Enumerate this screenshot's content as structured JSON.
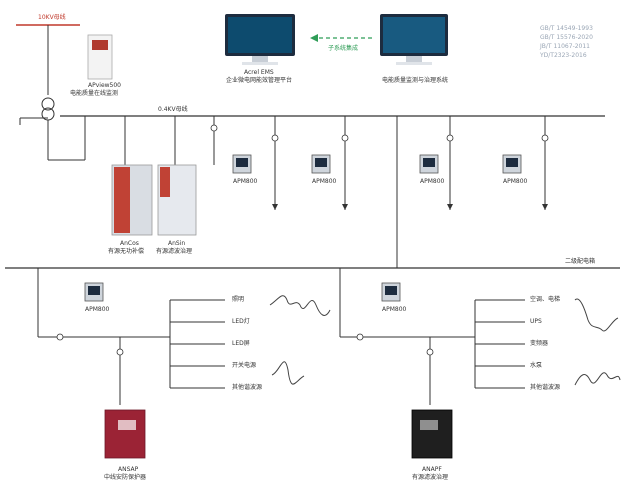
{
  "labels": {
    "bus_10kv": "10KV母线",
    "relay_device": "APview500",
    "relay_caption": "电能质量在线监测",
    "ems_platform_name": "Acrel EMS",
    "ems_platform_caption": "企业微电网能效管理平台",
    "integration_arrow": "子系统集成",
    "pq_system_caption": "电能质量监测与治理系统",
    "bus_04kv": "0.4KV母线",
    "svg_device": "AnCos",
    "svg_caption": "有源无功补偿",
    "apf_device": "AnSin",
    "apf_caption": "有源滤波治理",
    "secondary_panel": "二级配电箱",
    "meter_model": "APM800",
    "nsap_model": "ANSAP",
    "nsap_caption": "中线安防保护器",
    "napf_model": "ANAPF",
    "napf_caption": "有源滤波治理"
  },
  "standards": [
    "GB/T 14549-1993",
    "GB/T 15576-2020",
    "JB/T 11067-2011",
    "YD/T2323-2016"
  ],
  "loads_left": [
    "照明",
    "LED灯",
    "LED屏",
    "开关电源",
    "其他谐波源"
  ],
  "loads_right": [
    "空调、电梯",
    "UPS",
    "变频器",
    "水泵",
    "其他谐波源"
  ],
  "colors": {
    "accent_green": "#2f9d57",
    "accent_red": "#c0392b",
    "standards_text": "#9aa6b5",
    "line": "#333333"
  },
  "icons": [
    "monitor-icon",
    "ct-icon",
    "breaker-icon",
    "transformer-icon",
    "meter-icon",
    "cabinet-icon"
  ]
}
